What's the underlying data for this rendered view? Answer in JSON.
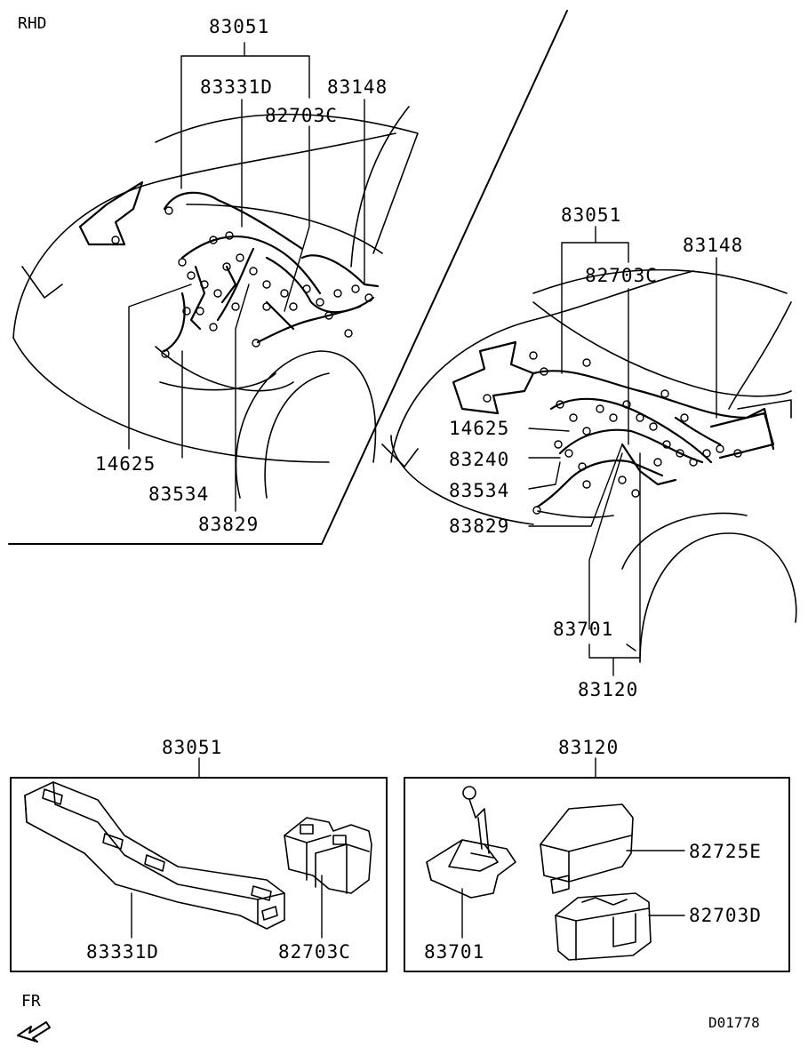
{
  "variant": "RHD",
  "drawing_id": "D01778",
  "direction": "FR",
  "left_view": {
    "parent": "83051",
    "labels": [
      "83331D",
      "83148",
      "82703C",
      "14625",
      "83534",
      "83829"
    ]
  },
  "right_view": {
    "parent": "83051",
    "labels": [
      "83148",
      "82703C",
      "14625",
      "83240",
      "83534",
      "83829",
      "83701"
    ],
    "group": "83120"
  },
  "box_left": {
    "title": "83051",
    "labels": [
      "83331D",
      "82703C"
    ]
  },
  "box_right": {
    "title": "83120",
    "labels": [
      "82725E",
      "82703D",
      "83701"
    ]
  }
}
